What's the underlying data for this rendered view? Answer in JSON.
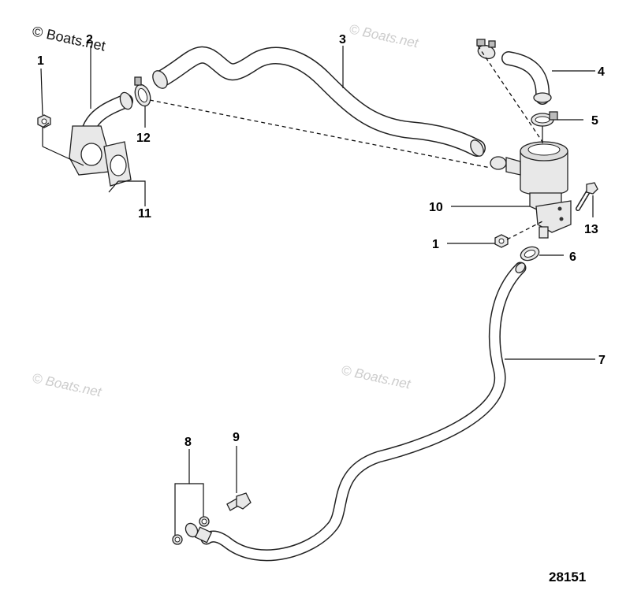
{
  "figure_number": "28151",
  "watermark": {
    "top": "© Boats.net",
    "text": "© Boats.net"
  },
  "callouts": {
    "c1a": "1",
    "c1b": "1",
    "c2": "2",
    "c3": "3",
    "c4": "4",
    "c5": "5",
    "c6": "6",
    "c7": "7",
    "c8": "8",
    "c9": "9",
    "c10": "10",
    "c11": "11",
    "c12": "12",
    "c13": "13"
  }
}
